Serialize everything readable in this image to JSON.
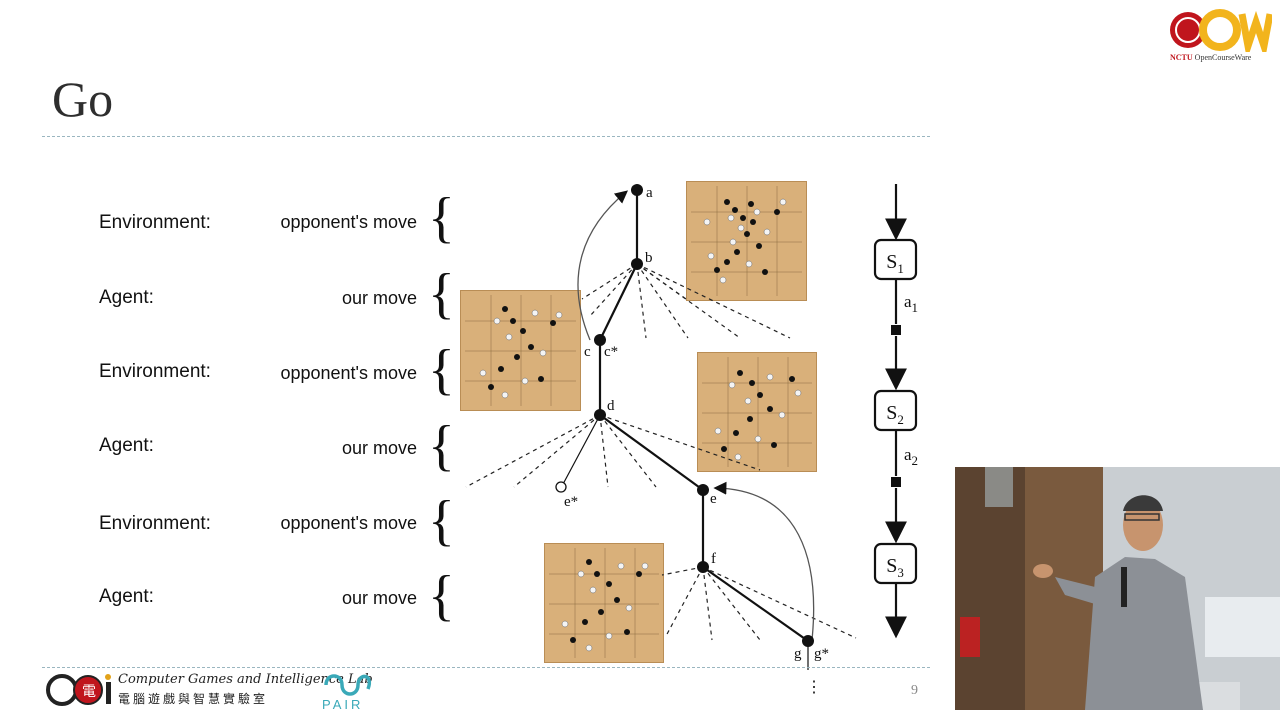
{
  "slide": {
    "title": "Go",
    "page_number": "9",
    "rows": [
      {
        "role": "Environment:",
        "move": "opponent's move"
      },
      {
        "role": "Agent:",
        "move": "our move"
      },
      {
        "role": "Environment:",
        "move": "opponent's move"
      },
      {
        "role": "Agent:",
        "move": "our move"
      },
      {
        "role": "Environment:",
        "move": "opponent's move"
      },
      {
        "role": "Agent:",
        "move": "our move"
      }
    ],
    "tree_nodes": {
      "a": "a",
      "b": "b",
      "c": "c",
      "c_star": "c*",
      "d": "d",
      "e": "e",
      "e_star": "e*",
      "f": "f",
      "g": "g",
      "g_star": "g*"
    },
    "mdp": {
      "states": [
        "S1",
        "S2",
        "S3"
      ],
      "actions": [
        "a1",
        "a2"
      ]
    },
    "footer": {
      "lab_name_en": "Computer Games and Intelligence Lab",
      "lab_name_zh": "電腦遊戲與智慧實驗室",
      "pair": "PAIR"
    }
  },
  "branding": {
    "ocw_name": "NCTU",
    "ocw_sub": "OpenCourseWare"
  },
  "colors": {
    "rule": "#9ab6c0",
    "ocw_red": "#c0151d",
    "ocw_gold": "#f2b41c",
    "pair_teal": "#3aa9b8",
    "board": "#d9b07a"
  }
}
